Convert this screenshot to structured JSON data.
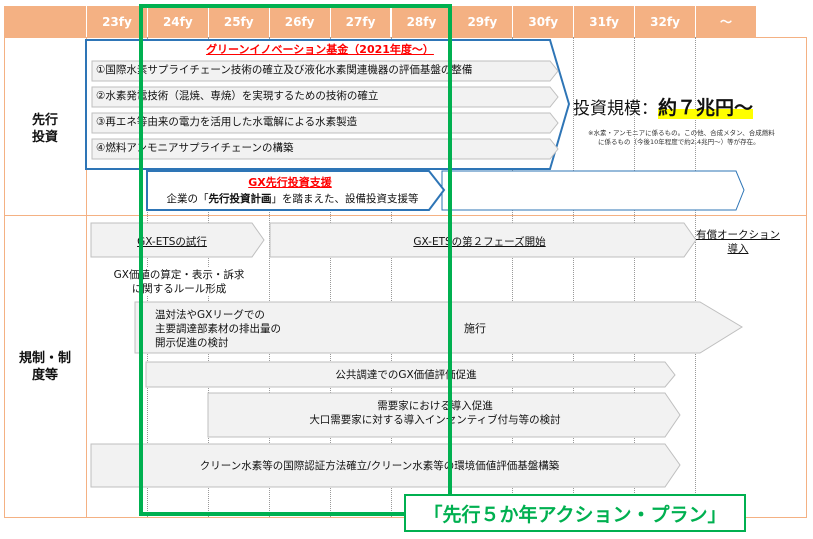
{
  "years": [
    "23fy",
    "24fy",
    "25fy",
    "26fy",
    "27fy",
    "28fy",
    "29fy",
    "30fy",
    "31fy",
    "32fy",
    "～"
  ],
  "rows": {
    "upfront": [
      "先行",
      "投資"
    ],
    "regulation": [
      "規制・制",
      "度等"
    ]
  },
  "gi_fund": {
    "title": "グリーンイノベーション基金（2021年度～）",
    "items": [
      "①国際水素サプライチェーン技術の確立及び液化水素関連機器の評価基盤の整備",
      "②水素発電技術（混焼、専焼）を実現するための技術の確立",
      "③再エネ等由来の電力を活用した水電解による水素製造",
      "④燃料アンモニアサプライチェーンの構築"
    ]
  },
  "investment": {
    "label": "投資規模：",
    "amount": "約７兆円～",
    "note_line1": "※水素・アンモニアに係るもの。この他、合成メタン、合成燃料",
    "note_line2": "に係るもの（今後10年程度で約2.4兆円～）等が存在。"
  },
  "gx_support": {
    "title": "GX先行投資支援",
    "desc_pre": "企業の「",
    "desc_bold": "先行投資計画",
    "desc_post": "」を踏まえた、設備投資支援等"
  },
  "regulation": {
    "ets_trial": "GX-ETSの試行",
    "ets_phase2": "GX-ETSの第２フェーズ開始",
    "auction_line1": "有償オークション",
    "auction_line2": "導入",
    "gx_value_line1": "GX価値の算定・表示・訴求",
    "gx_value_line2": "に関するルール形成",
    "ontai_line1": "温対法やGXリーグでの",
    "ontai_line2": "主要調達部素材の排出量の",
    "ontai_line3": "開示促進の検討",
    "enforcement": "施行",
    "public_procurement": "公共調達でのGX価値評価促進",
    "demand_line1": "需要家における導入促進",
    "demand_line2": "大口需要家に対する導入インセンティブ付与等の検討",
    "intl_cert": "クリーン水素等の国際認証方法確立/クリーン水素等の環境価値評価基盤構築"
  },
  "action_plan": "「先行５か年アクション・プラン」",
  "colors": {
    "header": "#f4b183",
    "green": "#00b050",
    "blue": "#2e75b6",
    "red": "#ff0000",
    "highlight": "#ffff00"
  }
}
